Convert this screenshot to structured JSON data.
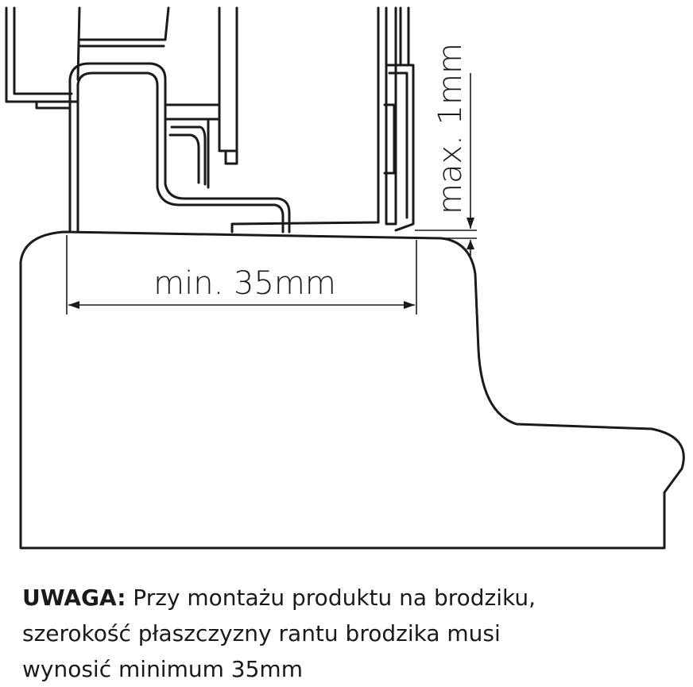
{
  "diagram": {
    "width_label": "min. 35mm",
    "gap_label": "max. 1mm"
  },
  "note": {
    "warning_label": "UWAGA:",
    "line1": " Przy montażu produktu na brodziku,",
    "line2": "szerokość płaszczyzny rantu brodzika musi",
    "line3": "wynosić minimum 35mm"
  }
}
